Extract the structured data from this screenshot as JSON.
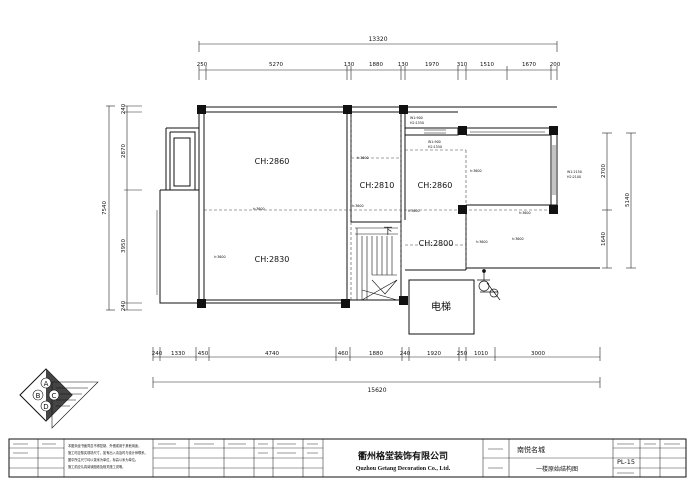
{
  "dimensions": {
    "top_total": "13320",
    "top_segments": [
      "250",
      "5270",
      "130",
      "1880",
      "130",
      "1970",
      "310",
      "1510",
      "1670",
      "200"
    ],
    "bottom_total": "15620",
    "bottom_segments": [
      "240",
      "1330",
      "450",
      "4740",
      "460",
      "1880",
      "240",
      "1920",
      "250",
      "1010",
      "3000"
    ],
    "left_total": "7540",
    "left_segments": [
      "240",
      "2870",
      "3950",
      "240"
    ],
    "right_total": "5140",
    "right_segments": [
      "2700",
      "1640"
    ]
  },
  "rooms": {
    "room1": "CH:2860",
    "room2": "CH:2810",
    "room3": "CH:2860",
    "room4": "CH:2830",
    "room5": "CH:2800",
    "stairs_down": "下",
    "elevator": "电梯"
  },
  "beam_notes": {
    "win_a_w": "W1:900",
    "win_a_h": "H2:1550",
    "win_b_w": "W1:900",
    "win_b_h": "H2:1550",
    "win_c_w": "W1:2150",
    "win_c_h": "H2:2100",
    "b1": "h:3600",
    "b2": "h:3600",
    "b3": "h:3600",
    "b4": "h:3600",
    "b5": "h:3600",
    "b6": "h:3600",
    "b7": "h:3600",
    "b8": "h:3600",
    "b9": "h:3600"
  },
  "logo": {
    "letters": [
      "A",
      "B",
      "C",
      "D"
    ]
  },
  "title_block": {
    "notes_lines": [
      "本图未经书面同意不得复制、外借或用于其他用途。",
      "施工时应核实现场尺寸，如有出入请及时与设计师联系。",
      "图中所注尺寸均以毫米为单位，标高以米为单位。",
      "施工前应认真阅读图纸及相关施工说明。"
    ],
    "company_cn": "衢州格堂装饰有限公司",
    "company_en": "Quzhou Getang Decoration Co., Ltd.",
    "project_name": "南悦名城",
    "drawing_name": "一楼原始结构图",
    "drawing_number": "PL-15"
  }
}
